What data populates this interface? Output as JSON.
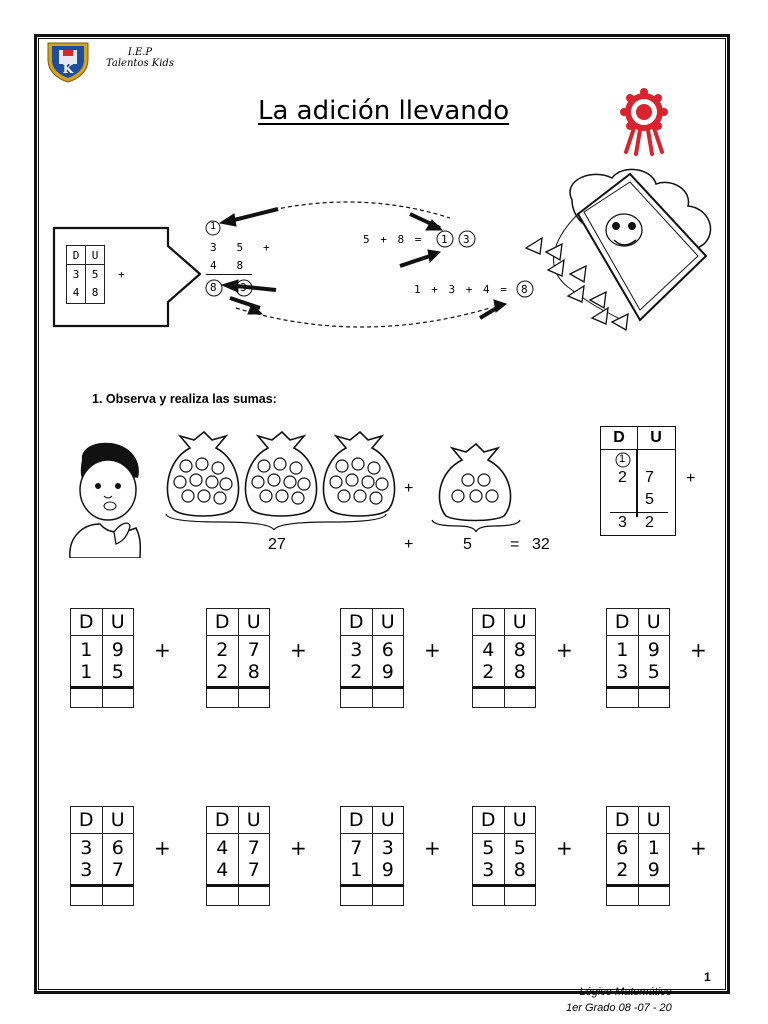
{
  "school": {
    "line1": "I.E.P",
    "line2": "Talentos Kids",
    "logo_letter": "K"
  },
  "title": "La adición llevando",
  "example": {
    "table_header": [
      "D",
      "U"
    ],
    "table_rows": [
      [
        "3",
        "5"
      ],
      [
        "4",
        "8"
      ]
    ],
    "table_plus": "+",
    "carry": "1",
    "row1": "3   5   +",
    "row2": "4   8",
    "result": [
      "8",
      "3"
    ],
    "step1": "5 + 8 =",
    "step1_result": [
      "1",
      "3"
    ],
    "step2": "1 + 3 + 4 =",
    "step2_result": "8"
  },
  "exercise1": {
    "instruction": "1.    Observa y realiza las sumas:",
    "plus_mid": "+",
    "eq_left": "27",
    "eq_plus": "+",
    "eq_right": "5",
    "eq_sign": "=",
    "eq_result": "32",
    "box": {
      "header": [
        "D",
        "U"
      ],
      "carry": "1",
      "row1": [
        "2",
        "7"
      ],
      "row2": [
        "",
        "5"
      ],
      "result": [
        "3",
        "2"
      ],
      "plus": "+"
    }
  },
  "problems": [
    {
      "d1": "1",
      "u1": "9",
      "d2": "1",
      "u2": "5"
    },
    {
      "d1": "2",
      "u1": "7",
      "d2": "2",
      "u2": "8"
    },
    {
      "d1": "3",
      "u1": "6",
      "d2": "2",
      "u2": "9"
    },
    {
      "d1": "4",
      "u1": "8",
      "d2": "2",
      "u2": "8"
    },
    {
      "d1": "1",
      "u1": "9",
      "d2": "3",
      "u2": "5"
    },
    {
      "d1": "3",
      "u1": "6",
      "d2": "3",
      "u2": "7"
    },
    {
      "d1": "4",
      "u1": "7",
      "d2": "4",
      "u2": "7"
    },
    {
      "d1": "7",
      "u1": "3",
      "d2": "1",
      "u2": "9"
    },
    {
      "d1": "5",
      "u1": "5",
      "d2": "3",
      "u2": "8"
    },
    {
      "d1": "6",
      "u1": "1",
      "d2": "2",
      "u2": "9"
    }
  ],
  "problem_header": [
    "D",
    "U"
  ],
  "problem_plus": "+",
  "footer": {
    "line1": "Lógico Matemático",
    "line2": "1er Grado  08 -07 - 20",
    "page": "1"
  },
  "colors": {
    "accent_red": "#d9232e",
    "logo_blue": "#1f4e9c",
    "logo_gold": "#d7a21b"
  }
}
